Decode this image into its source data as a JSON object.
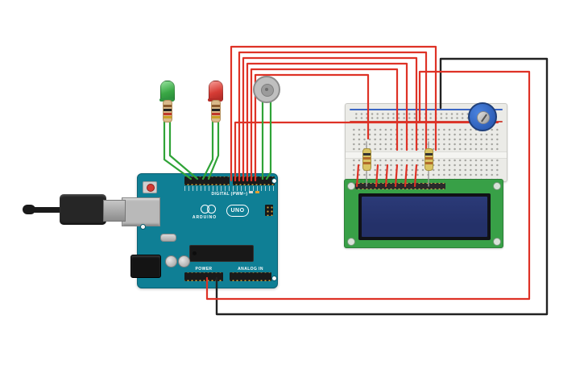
{
  "arduino": {
    "name": "arduino-uno-r3",
    "digital_header_label": "DIGITAL (PWM~)",
    "brand": "ARDUINO",
    "model": "UNO",
    "power_header_label": "POWER",
    "analog_header_label": "ANALOG IN"
  },
  "components": [
    {
      "name": "usb-cable"
    },
    {
      "name": "arduino-uno"
    },
    {
      "name": "breadboard"
    },
    {
      "name": "lcd-16x2-display"
    },
    {
      "name": "green-led"
    },
    {
      "name": "red-led"
    },
    {
      "name": "green-led-resistor"
    },
    {
      "name": "red-led-resistor"
    },
    {
      "name": "piezo-buzzer"
    },
    {
      "name": "potentiometer"
    },
    {
      "name": "breadboard-resistor-left"
    },
    {
      "name": "breadboard-resistor-right"
    }
  ],
  "colors": {
    "wire-red": "#de3226",
    "wire-green": "#2fa337",
    "wire-black": "#222222",
    "board-teal": "#0f7f95",
    "board-teal-dark": "#0b6073",
    "header-black": "#1a1a1a",
    "lcd-green": "#38a047",
    "lcd-screen-navy": "#243169",
    "breadboard-body": "#ebebe7",
    "rail-red": "#cf4a3f",
    "rail-blue": "#3b66c4",
    "pot-blue": "#2e5fb8",
    "led-green": "#3aa845",
    "led-red": "#d63c35",
    "resistor-tan": "#d9b98a",
    "silver": "#b9b9b9"
  }
}
